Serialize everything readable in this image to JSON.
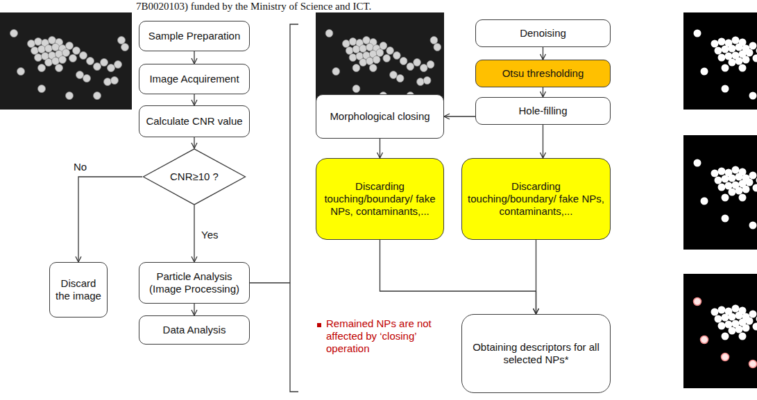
{
  "diagram": {
    "nodes": [
      {
        "text": [
          "Sample Preparation"
        ]
      },
      {
        "text": [
          "Image Acquirement"
        ]
      },
      {
        "text": [
          "Calculate CNR value"
        ]
      },
      {
        "text": [
          "CNR≥10 ?"
        ]
      },
      {
        "text": [
          "Discard the image"
        ]
      },
      {
        "text": [
          "Particle Analysis (Image Processing)"
        ]
      },
      {
        "text": [
          "Data Analysis"
        ]
      },
      {
        "text": [
          "Denoising"
        ]
      },
      {
        "text": [
          "Otsu thresholding"
        ]
      },
      {
        "text": [
          "Hole-filling"
        ]
      },
      {
        "text": [
          "Morphological closing"
        ]
      },
      {
        "text": [
          "Discarding touching/boundary/ fake NPs, contaminants,..."
        ]
      },
      {
        "text": [
          "Discarding touching/boundary/ fake NPs, contaminants,..."
        ]
      },
      {
        "text": [
          "Obtaining descriptors for all selected NPs*"
        ]
      }
    ],
    "edges": [
      {
        "from": 0,
        "to": 1,
        "arrow": "to"
      },
      {
        "from": 1,
        "to": 2,
        "arrow": "to"
      },
      {
        "from": 2,
        "to": 3,
        "arrow": "to"
      },
      {
        "from": 3,
        "to": 4,
        "label": "No",
        "arrow": "to"
      },
      {
        "from": 3,
        "to": 5,
        "label": "Yes",
        "arrow": "to"
      },
      {
        "from": 5,
        "to": 6,
        "arrow": "to"
      },
      {
        "from": 7,
        "to": 8,
        "arrow": "to"
      },
      {
        "from": 8,
        "to": 9,
        "arrow": "to"
      },
      {
        "from": 9,
        "to": 10,
        "arrow": "to"
      },
      {
        "from": 9,
        "to": 12,
        "arrow": "to"
      },
      {
        "from": 10,
        "to": 11,
        "arrow": "to"
      },
      {
        "from": 11,
        "to": 13,
        "arrow": "to"
      },
      {
        "from": 12,
        "to": 13,
        "arrow": "to"
      }
    ],
    "labels": [
      "7B0020103) funded by the Ministry of Science and ICT.",
      "Remained NPs are not affected by ‘closing’ operation"
    ]
  }
}
